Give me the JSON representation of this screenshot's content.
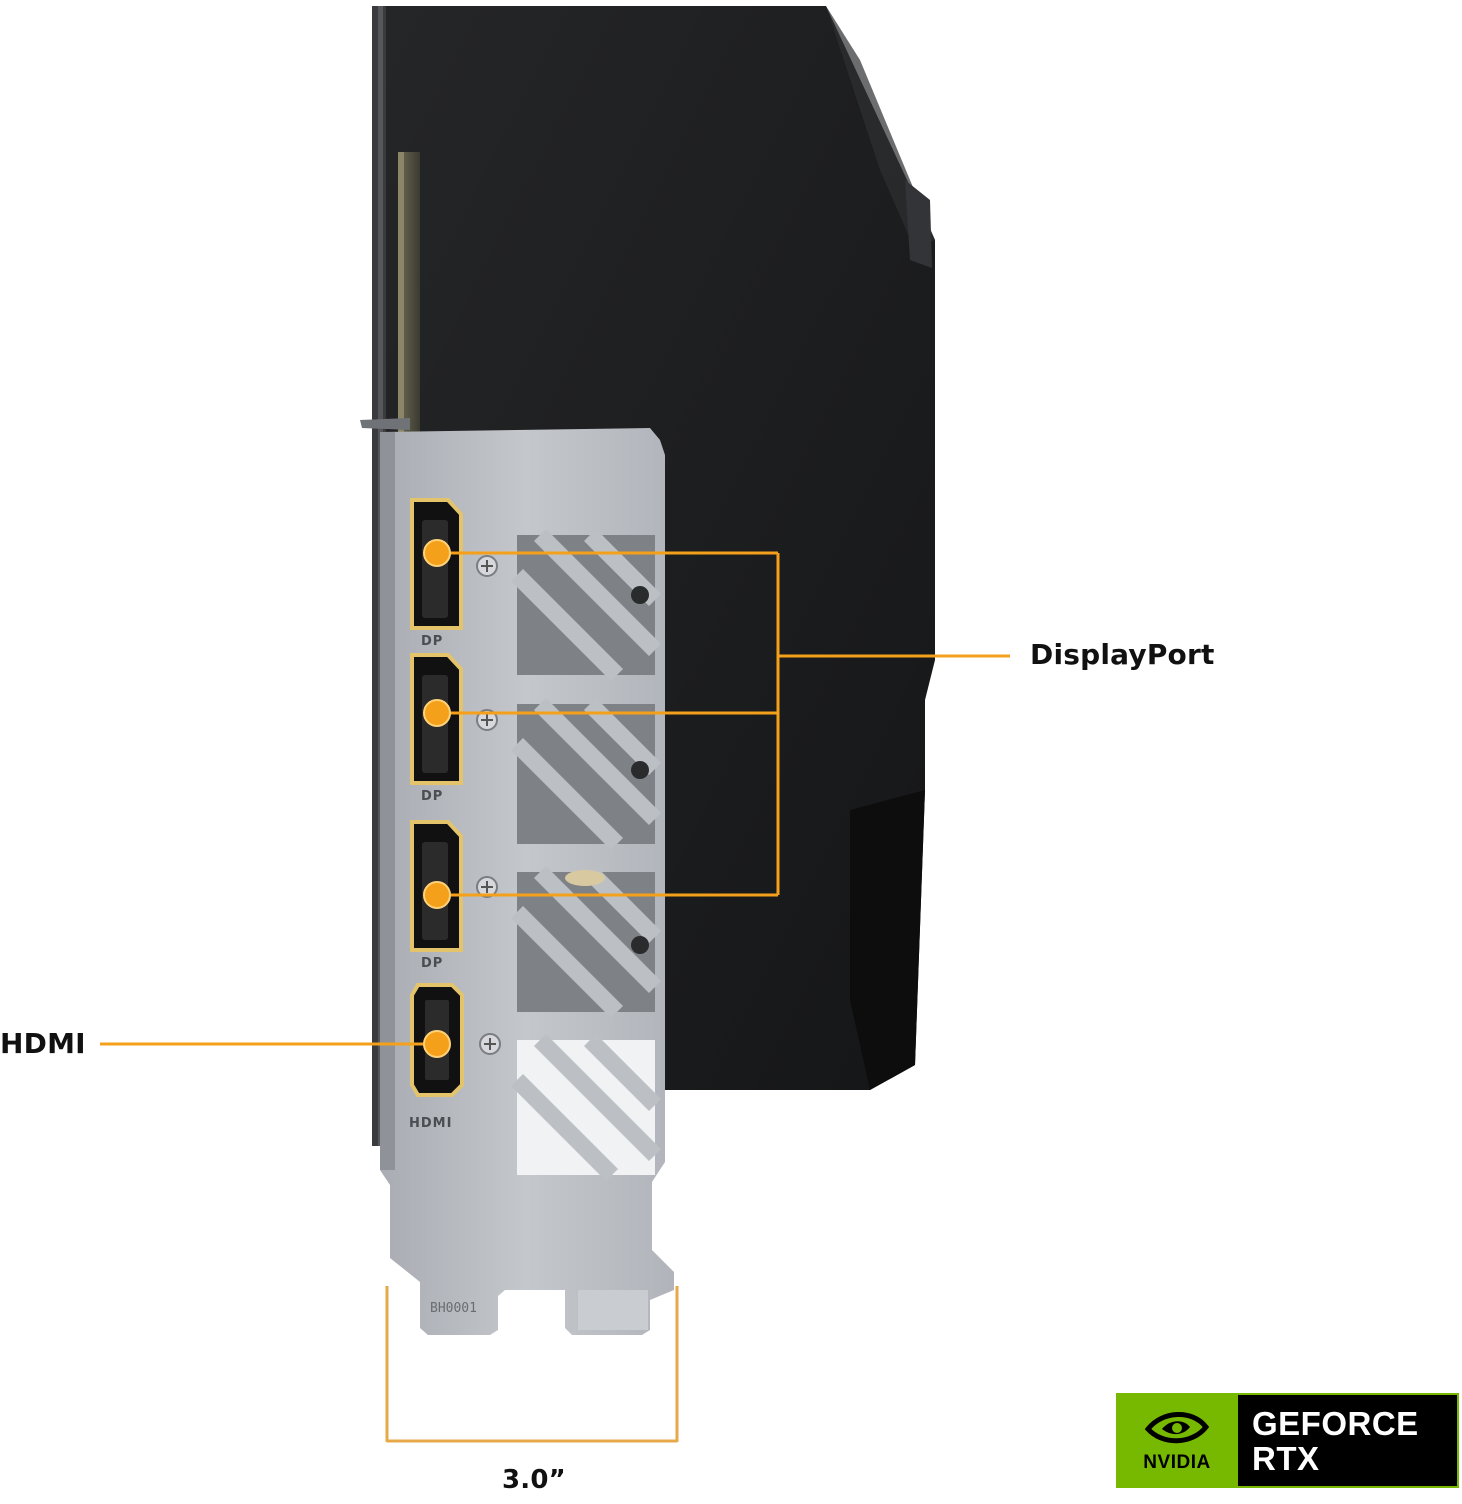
{
  "labels": {
    "displayport": "DisplayPort",
    "hdmi": "HDMI",
    "width": "3.0”"
  },
  "port_markings": {
    "dp": "DP",
    "hdmi": "HDMI"
  },
  "bracket_code": "BH0001",
  "badge": {
    "brand": "NVIDIA",
    "line1": "GEFORCE",
    "line2": "RTX",
    "accent_color": "#76b900"
  },
  "colors": {
    "callout_orange": "#f5a01a",
    "bracket_silver": "#b7bac0",
    "shroud_black": "#1b1c1e"
  },
  "icons": {
    "port_marker": "orange-dot-icon",
    "screw": "phillips-screw-icon",
    "brand_eye": "nvidia-eye-icon"
  }
}
